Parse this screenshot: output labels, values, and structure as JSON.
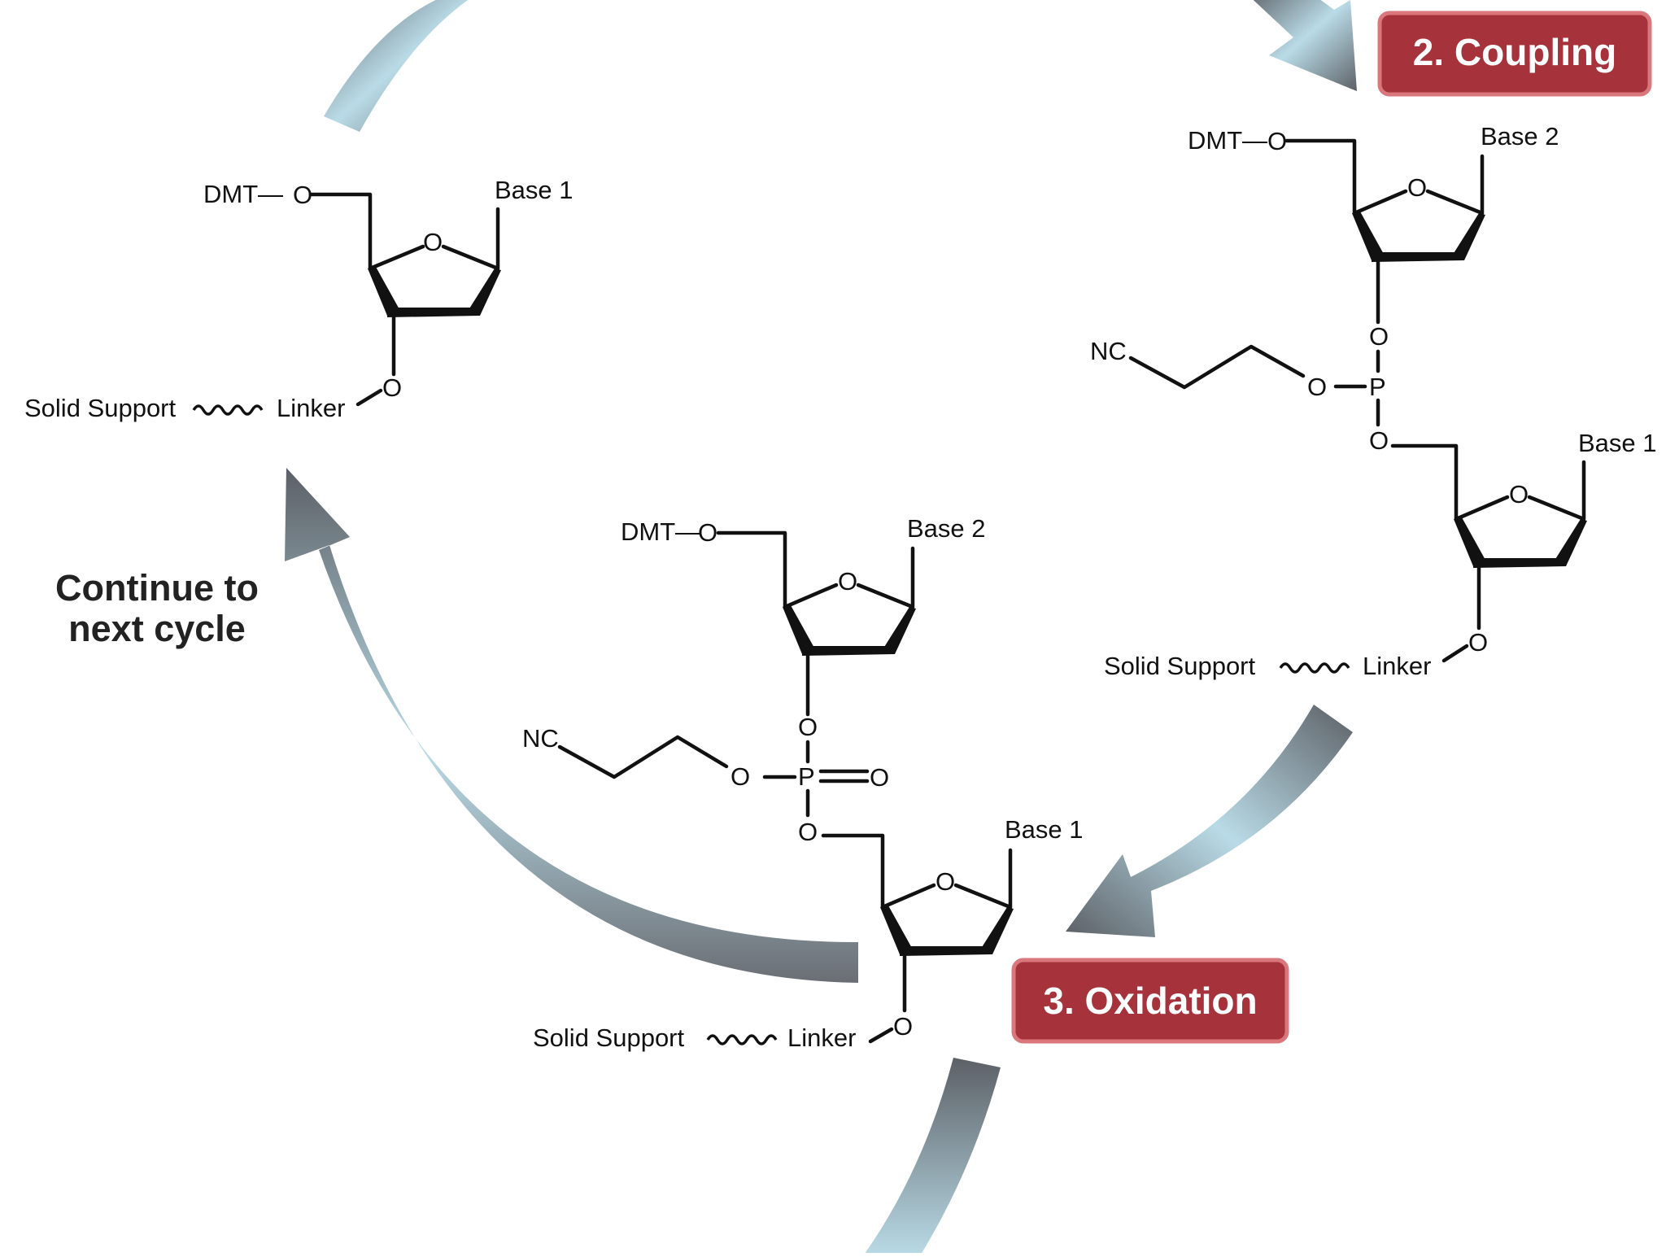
{
  "steps": {
    "coupling": "2. Coupling",
    "oxidation": "3. Oxidation"
  },
  "note": {
    "line1": "Continue to",
    "line2": "next cycle"
  },
  "molecules": {
    "start": {
      "protecting_group": "DMT",
      "base": "Base 1",
      "support": "Solid Support",
      "linker": "Linker"
    },
    "coupled": {
      "protecting_group": "DMT",
      "top_base": "Base 2",
      "bottom_base": "Base 1",
      "cyanoethyl": "NC",
      "phosphorus": "P",
      "support": "Solid Support",
      "linker": "Linker"
    },
    "oxidized": {
      "protecting_group": "DMT",
      "top_base": "Base 2",
      "bottom_base": "Base 1",
      "cyanoethyl": "NC",
      "phosphorus": "P",
      "support": "Solid Support",
      "linker": "Linker"
    }
  },
  "atoms": {
    "oxygen": "O",
    "bond": "—"
  },
  "colors": {
    "step_box": "#a6333b",
    "step_box_border": "#d9777d",
    "arrow_dark": "#5c6066",
    "arrow_light": "#b9dbe7"
  }
}
